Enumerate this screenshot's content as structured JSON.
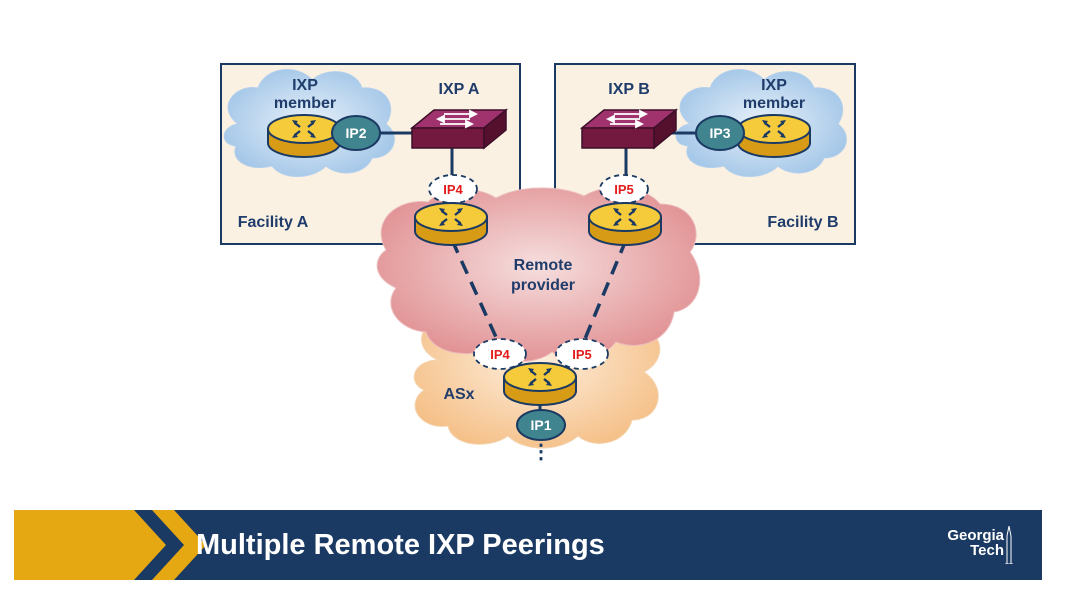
{
  "facility_a": {
    "label": "Facility A",
    "switch_label": "IXP A",
    "member_line1": "IXP",
    "member_line2": "member",
    "member_ip": "IP2",
    "port_ip": "IP4"
  },
  "facility_b": {
    "label": "Facility B",
    "switch_label": "IXP B",
    "member_line1": "IXP",
    "member_line2": "member",
    "member_ip": "IP3",
    "port_ip": "IP5"
  },
  "remote": {
    "line1": "Remote",
    "line2": "provider"
  },
  "asx": {
    "label": "ASx",
    "ip": "IP1",
    "port_a": "IP4",
    "port_b": "IP5",
    "continuation": "⋮"
  },
  "banner": {
    "title": "Multiple Remote IXP Peerings",
    "logo_line1": "Georgia",
    "logo_line2": "Tech"
  },
  "colors": {
    "navy": "#1b3a63",
    "gold": "#e5a812",
    "ip_red": "#e41c1c",
    "router_yellow": "#f2c12e",
    "switch_purple": "#7b1d4f"
  }
}
